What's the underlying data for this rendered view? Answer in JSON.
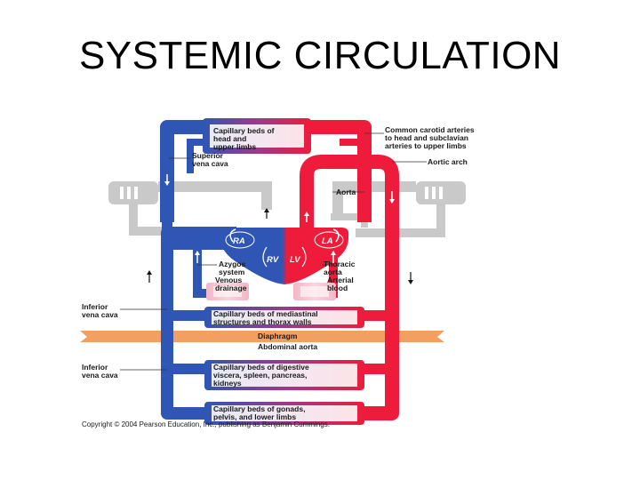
{
  "title": "SYSTEMIC CIRCULATION",
  "labels": {
    "cap_head": [
      "Capillary beds of",
      "head and",
      "upper limbs"
    ],
    "svc": [
      "Superior",
      "vena cava"
    ],
    "carotid": [
      "Common carotid arteries",
      "to head and subclavian",
      "arteries to upper limbs"
    ],
    "aortic_arch": "Aortic arch",
    "aorta": "Aorta",
    "ra": "RA",
    "la": "LA",
    "rv": "RV",
    "lv": "LV",
    "azygos": [
      "Azygos",
      "system"
    ],
    "thoracic": [
      "Thoracic",
      "aorta"
    ],
    "venous": [
      "Venous",
      "drainage"
    ],
    "arterial": [
      "Arterial",
      "blood"
    ],
    "ivc1": [
      "Inferior",
      "vena cava"
    ],
    "cap_mediastinal": [
      "Capillary beds of mediastinal",
      "structures and thorax walls"
    ],
    "diaphragm": "Diaphragm",
    "abdominal": "Abdominal aorta",
    "ivc2": [
      "Inferior",
      "vena cava"
    ],
    "cap_digestive": [
      "Capillary beds of digestive",
      "viscera, spleen, pancreas,",
      "kidneys"
    ],
    "cap_gonads": [
      "Capillary beds of gonads,",
      "pelvis, and lower limbs"
    ],
    "copyright": "Copyright © 2004 Pearson Education, Inc., publishing as Benjamin Cummings."
  },
  "colors": {
    "artery": "#ee1c3a",
    "vein": "#2f56b4",
    "pulmonary": "#c9c9c9",
    "diaphragm": "#f2a062"
  }
}
